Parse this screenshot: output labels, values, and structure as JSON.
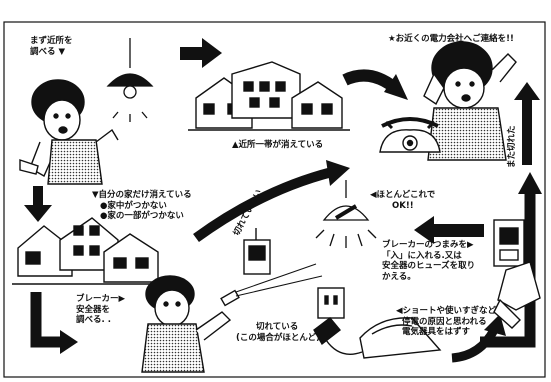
{
  "labels": {
    "step_check_neighbors": [
      "まず近所を",
      "調べる ▼"
    ],
    "contact_power_company": "★お近くの電力会社へご連絡を!!",
    "neighborhood_out": "▲近所一帯が消えている",
    "only_own_house_out": "▼自分の家だけ消えている",
    "whole_house_out": "●家中がつかない",
    "part_house_out": "●家の一部がつかない",
    "not_blown": "切れていない",
    "blown_again": "また切れた",
    "mostly_ok": [
      "◀ほとんどこれで",
      "OK!!"
    ],
    "breaker_instruction": [
      "ブレーカーのつまみを▶",
      "「入」に入れる.又は",
      "安全器のヒューズを取り",
      "かえる。"
    ],
    "check_breaker": [
      "ブレーカー▶",
      "安全器を",
      "調べる. ."
    ],
    "blown": [
      "切れている",
      "(この場合がほとんど)"
    ],
    "remove_appliance": [
      "◀ショートや使いすぎなど",
      "停電の原因と思われる",
      "電気器具をはずす"
    ]
  },
  "colors": {
    "ink": "#111111",
    "paper": "#ffffff",
    "tone": "#9a9a9a"
  }
}
